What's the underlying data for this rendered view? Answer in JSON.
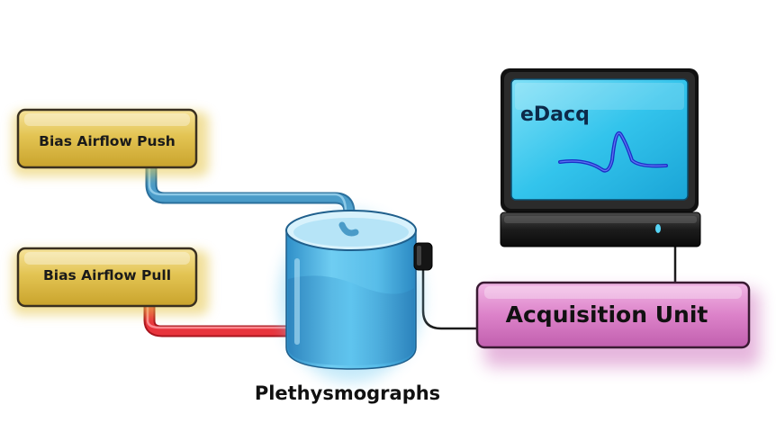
{
  "labels": {
    "push": "Bias Airflow Push",
    "pull": "Bias Airflow Pull",
    "acquisition": "Acquisition Unit",
    "plethysmographs": "Plethysmographs",
    "screen_logo": "eDacq"
  },
  "colors": {
    "airflow_box": "#e3c453",
    "push_tube": "#4a9bc8",
    "pull_tube": "#e8343c",
    "acquisition_box": "#d978c4",
    "monitor_screen": "#33c4ec",
    "chamber": "#4fb7e8",
    "waveform": "#1b2fc7"
  },
  "icons": {
    "monitor": "monitor-icon",
    "chamber": "chamber-icon",
    "sensor": "sensor-icon"
  }
}
